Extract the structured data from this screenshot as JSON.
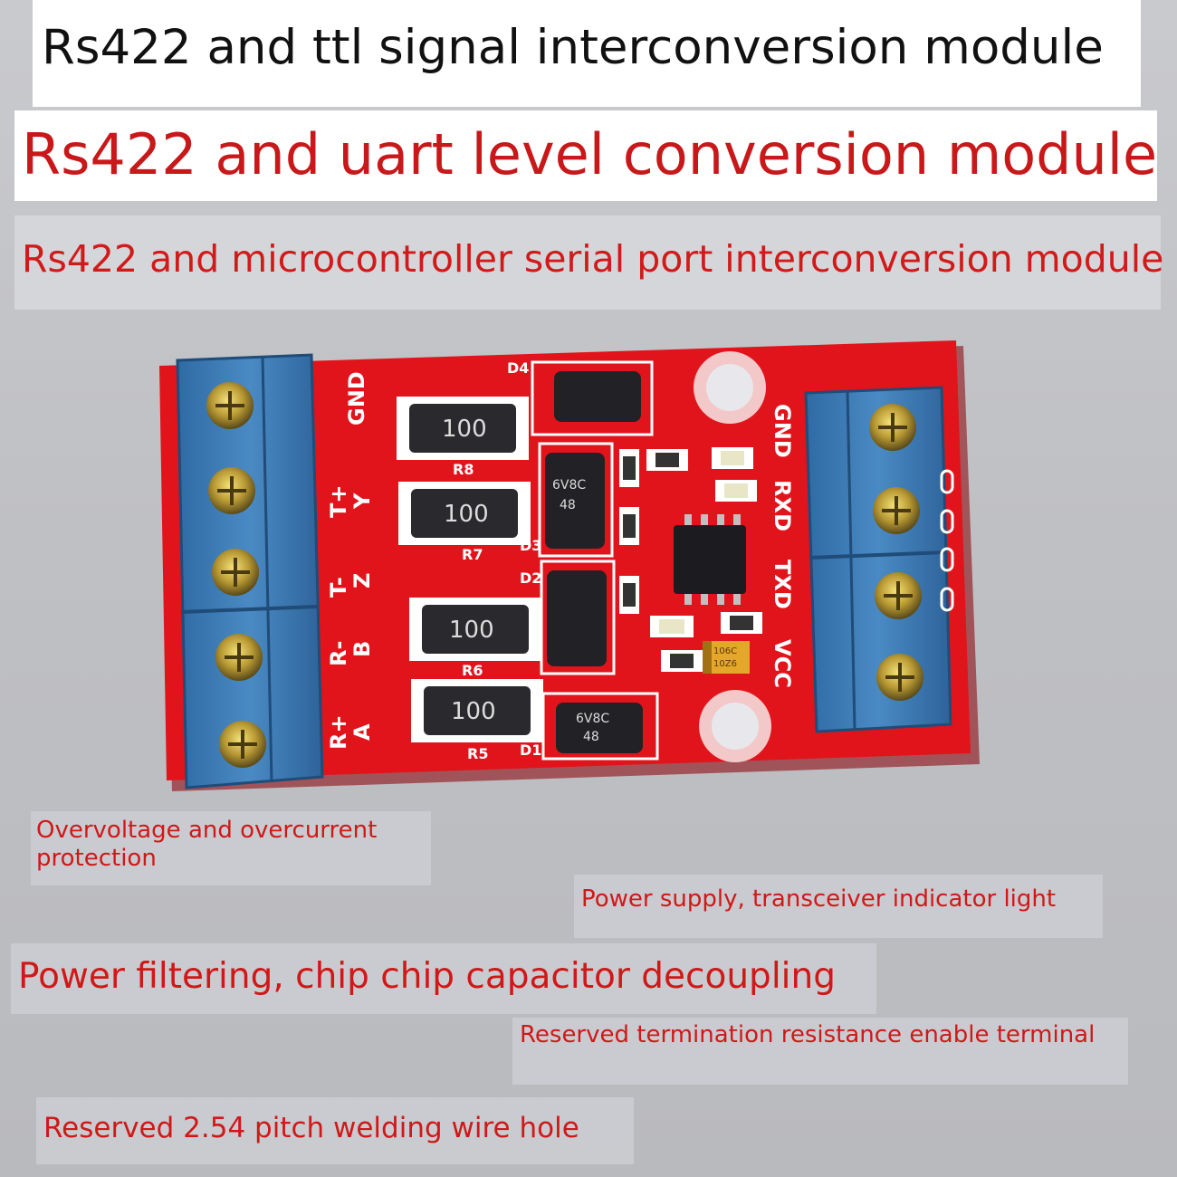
{
  "banners": {
    "title1": "Rs422 and ttl signal interconversion module",
    "title2": "Rs422 and uart level conversion module",
    "title3": "Rs422 and microcontroller serial port interconversion module"
  },
  "labels": {
    "overvoltage": "Overvoltage and overcurrent protection",
    "indicator": "Power supply, transceiver indicator light",
    "filtering": "Power filtering, chip chip capacitor decoupling",
    "termination": "Reserved termination resistance enable terminal",
    "pitch": "Reserved 2.54 pitch welding wire hole"
  },
  "silkscreen": {
    "left_pins": [
      "GND",
      "T+",
      "Y",
      "T-",
      "Z",
      "R-",
      "B",
      "R+",
      "A"
    ],
    "right_pins": [
      "GND",
      "RXD",
      "TXD",
      "VCC"
    ],
    "resistor_values": [
      "100",
      "100",
      "100",
      "100"
    ],
    "resistor_refs": [
      "R8",
      "R7",
      "R6",
      "R5"
    ],
    "diode_refs": [
      "D4",
      "D3",
      "D2",
      "D1"
    ],
    "diode_marks": [
      "6V8C",
      "48"
    ],
    "capacitor_mark": [
      "106C",
      "10Z6"
    ]
  },
  "colors": {
    "pcb": "#e1141c",
    "terminal_block": "#3f7fb8",
    "banner_text_red": "#c8181a"
  }
}
